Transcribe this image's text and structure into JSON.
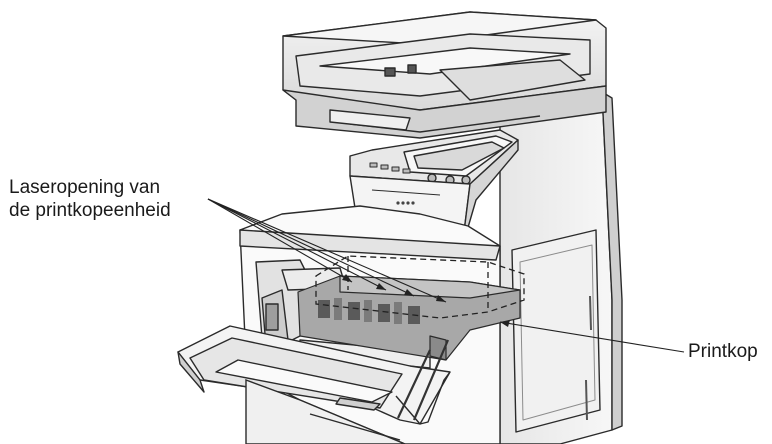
{
  "labels": {
    "laser_opening_line1": "Laseropening van",
    "laser_opening_line2": "de printkopeenheid",
    "print_head": "Printkop"
  },
  "colors": {
    "outline": "#2b2b2b",
    "body_light": "#f2f2f2",
    "body_mid": "#dcdcdc",
    "highlight_gray": "#a8a8a8",
    "callout_line": "#222222"
  },
  "icons": {
    "machine": "multifunction-printer-illustration"
  }
}
